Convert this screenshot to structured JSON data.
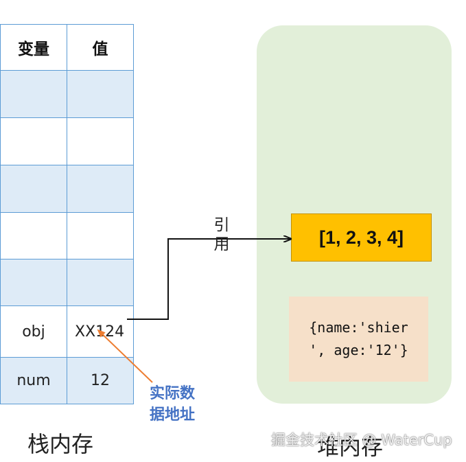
{
  "stack_table": {
    "header_variable": "变量",
    "header_value": "值",
    "rows": [
      {
        "variable": "",
        "value": ""
      },
      {
        "variable": "",
        "value": ""
      },
      {
        "variable": "",
        "value": ""
      },
      {
        "variable": "",
        "value": ""
      },
      {
        "variable": "",
        "value": ""
      },
      {
        "variable": "obj",
        "value": "XX124"
      },
      {
        "variable": "num",
        "value": "12"
      }
    ]
  },
  "labels": {
    "stack_memory": "栈内存",
    "heap_memory": "堆内存",
    "reference_line1": "引",
    "reference_line2": "用",
    "actual_address_line1": "实际数",
    "actual_address_line2": "据地址"
  },
  "heap": {
    "array_value": "[1, 2, 3, 4]",
    "object_line1": "{name:'shier",
    "object_line2": "', age:'12'}"
  },
  "watermark": "掘金技术社区 @ WaterCup",
  "colors": {
    "table_border": "#5b9bd5",
    "row_shade": "#deebf7",
    "heap_bg": "#e2efd9",
    "array_box": "#ffc000",
    "object_box": "#f6e0c9",
    "pointer_arrow": "#ed7d31",
    "address_label": "#4472c4"
  }
}
